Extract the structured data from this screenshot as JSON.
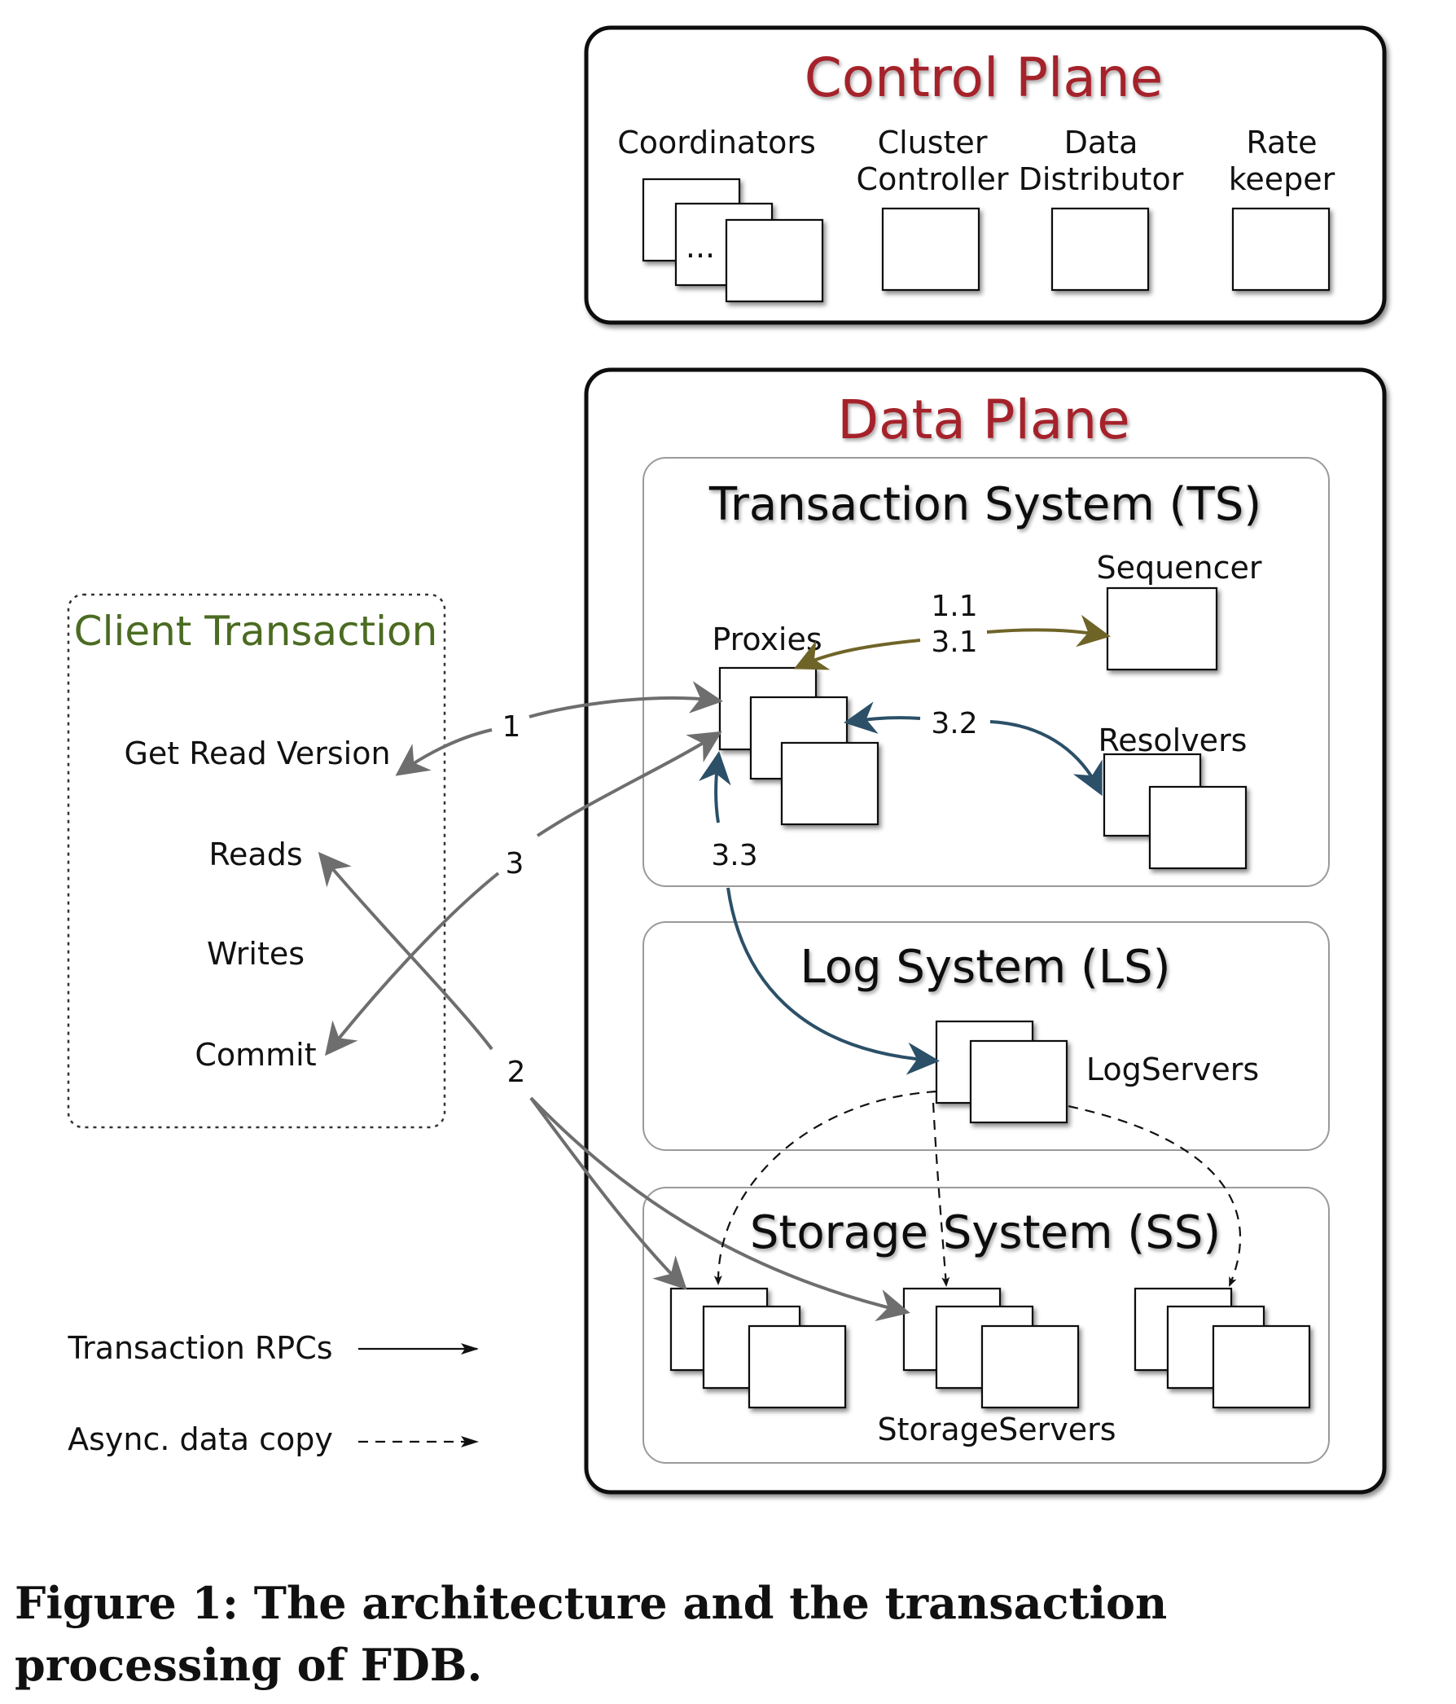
{
  "control_plane": {
    "title": "Control Plane",
    "components": {
      "coordinators": "Coordinators",
      "coordinators_ellipsis": "...",
      "cluster_controller": [
        "Cluster",
        "Controller"
      ],
      "data_distributor": [
        "Data",
        "Distributor"
      ],
      "ratekeeper": [
        "Rate",
        "keeper"
      ]
    }
  },
  "data_plane": {
    "title": "Data Plane",
    "transaction_system": {
      "title": "Transaction System (TS)",
      "sequencer": "Sequencer",
      "proxies": "Proxies",
      "resolvers": "Resolvers"
    },
    "log_system": {
      "title": "Log System (LS)",
      "logservers": "LogServers"
    },
    "storage_system": {
      "title": "Storage System (SS)",
      "storageservers": "StorageServers"
    }
  },
  "client_transaction": {
    "title": "Client Transaction",
    "steps": [
      "Get Read Version",
      "Reads",
      "Writes",
      "Commit"
    ]
  },
  "edge_labels": {
    "step_1": "1",
    "step_2": "2",
    "step_3": "3",
    "step_1_1": "1.1",
    "step_3_1": "3.1",
    "step_3_2": "3.2",
    "step_3_3": "3.3"
  },
  "legend": {
    "transaction_rpcs": "Transaction RPCs",
    "async_copy": "Async. data copy"
  },
  "caption": "Figure 1: The architecture and the transaction processing of FDB.",
  "colors": {
    "plane_title": "#a5242c",
    "client_title": "#4b6b22",
    "rpc_arrow": "#6e6e6e",
    "sequencer_arrow": "#6f6428",
    "resolver_log_arrow": "#2b5068"
  }
}
